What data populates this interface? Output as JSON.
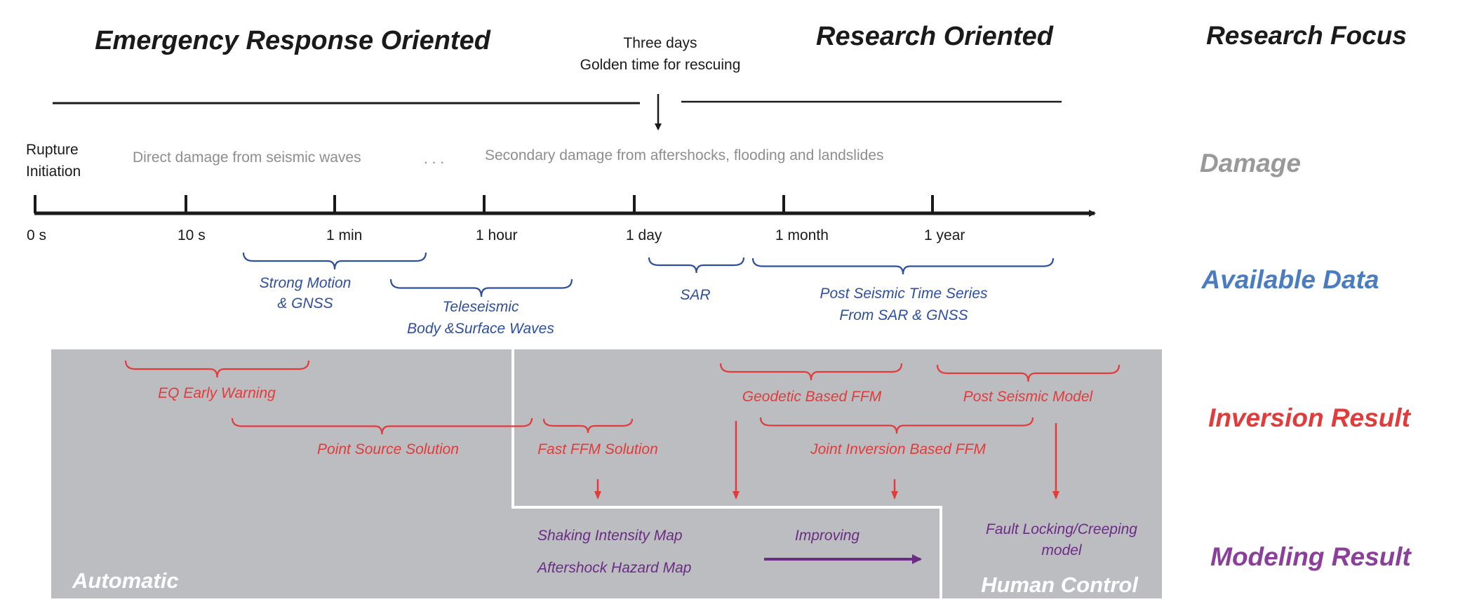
{
  "headers": {
    "emergency": "Emergency Response Oriented",
    "research": "Research Oriented",
    "three_days": "Three days",
    "golden_time": "Golden time for rescuing"
  },
  "damage": {
    "rupture_1": "Rupture",
    "rupture_2": "Initiation",
    "direct": "Direct damage from seismic waves",
    "dots": ". . .",
    "secondary": "Secondary damage from aftershocks, flooding and landslides"
  },
  "timeline": {
    "ticks": [
      "0 s",
      "10 s",
      "1 min",
      "1 hour",
      "1 day",
      "1 month",
      "1 year"
    ]
  },
  "available_data": {
    "strong_motion_1": "Strong Motion",
    "strong_motion_2": "& GNSS",
    "teleseismic_1": "Teleseismic",
    "teleseismic_2": "Body &Surface Waves",
    "sar": "SAR",
    "post_1": "Post Seismic Time Series",
    "post_2": "From SAR & GNSS"
  },
  "inversion": {
    "eq_early_warning": "EQ Early Warning",
    "point_source": "Point Source Solution",
    "fast_ffm": "Fast FFM Solution",
    "geodetic_ffm": "Geodetic Based FFM",
    "post_seismic_model": "Post Seismic Model",
    "joint_ffm": "Joint  Inversion Based FFM"
  },
  "modeling": {
    "shaking": "Shaking Intensity Map",
    "aftershock": "Aftershock Hazard Map",
    "improving": "Improving",
    "fault_1": "Fault Locking/Creeping",
    "fault_2": "model"
  },
  "regions": {
    "automatic": "Automatic",
    "human_control": "Human Control"
  },
  "categories": {
    "research_focus": "Research Focus",
    "damage": "Damage",
    "available_data": "Available Data",
    "inversion_result": "Inversion Result",
    "modeling_result": "Modeling Result"
  },
  "colors": {
    "blue": "#2e4fa0",
    "available_data": "#4a7cc0",
    "red": "#e23b3b",
    "purple": "#6a2c84",
    "panel": "#bcbdc1",
    "damage_gray": "#999999"
  }
}
